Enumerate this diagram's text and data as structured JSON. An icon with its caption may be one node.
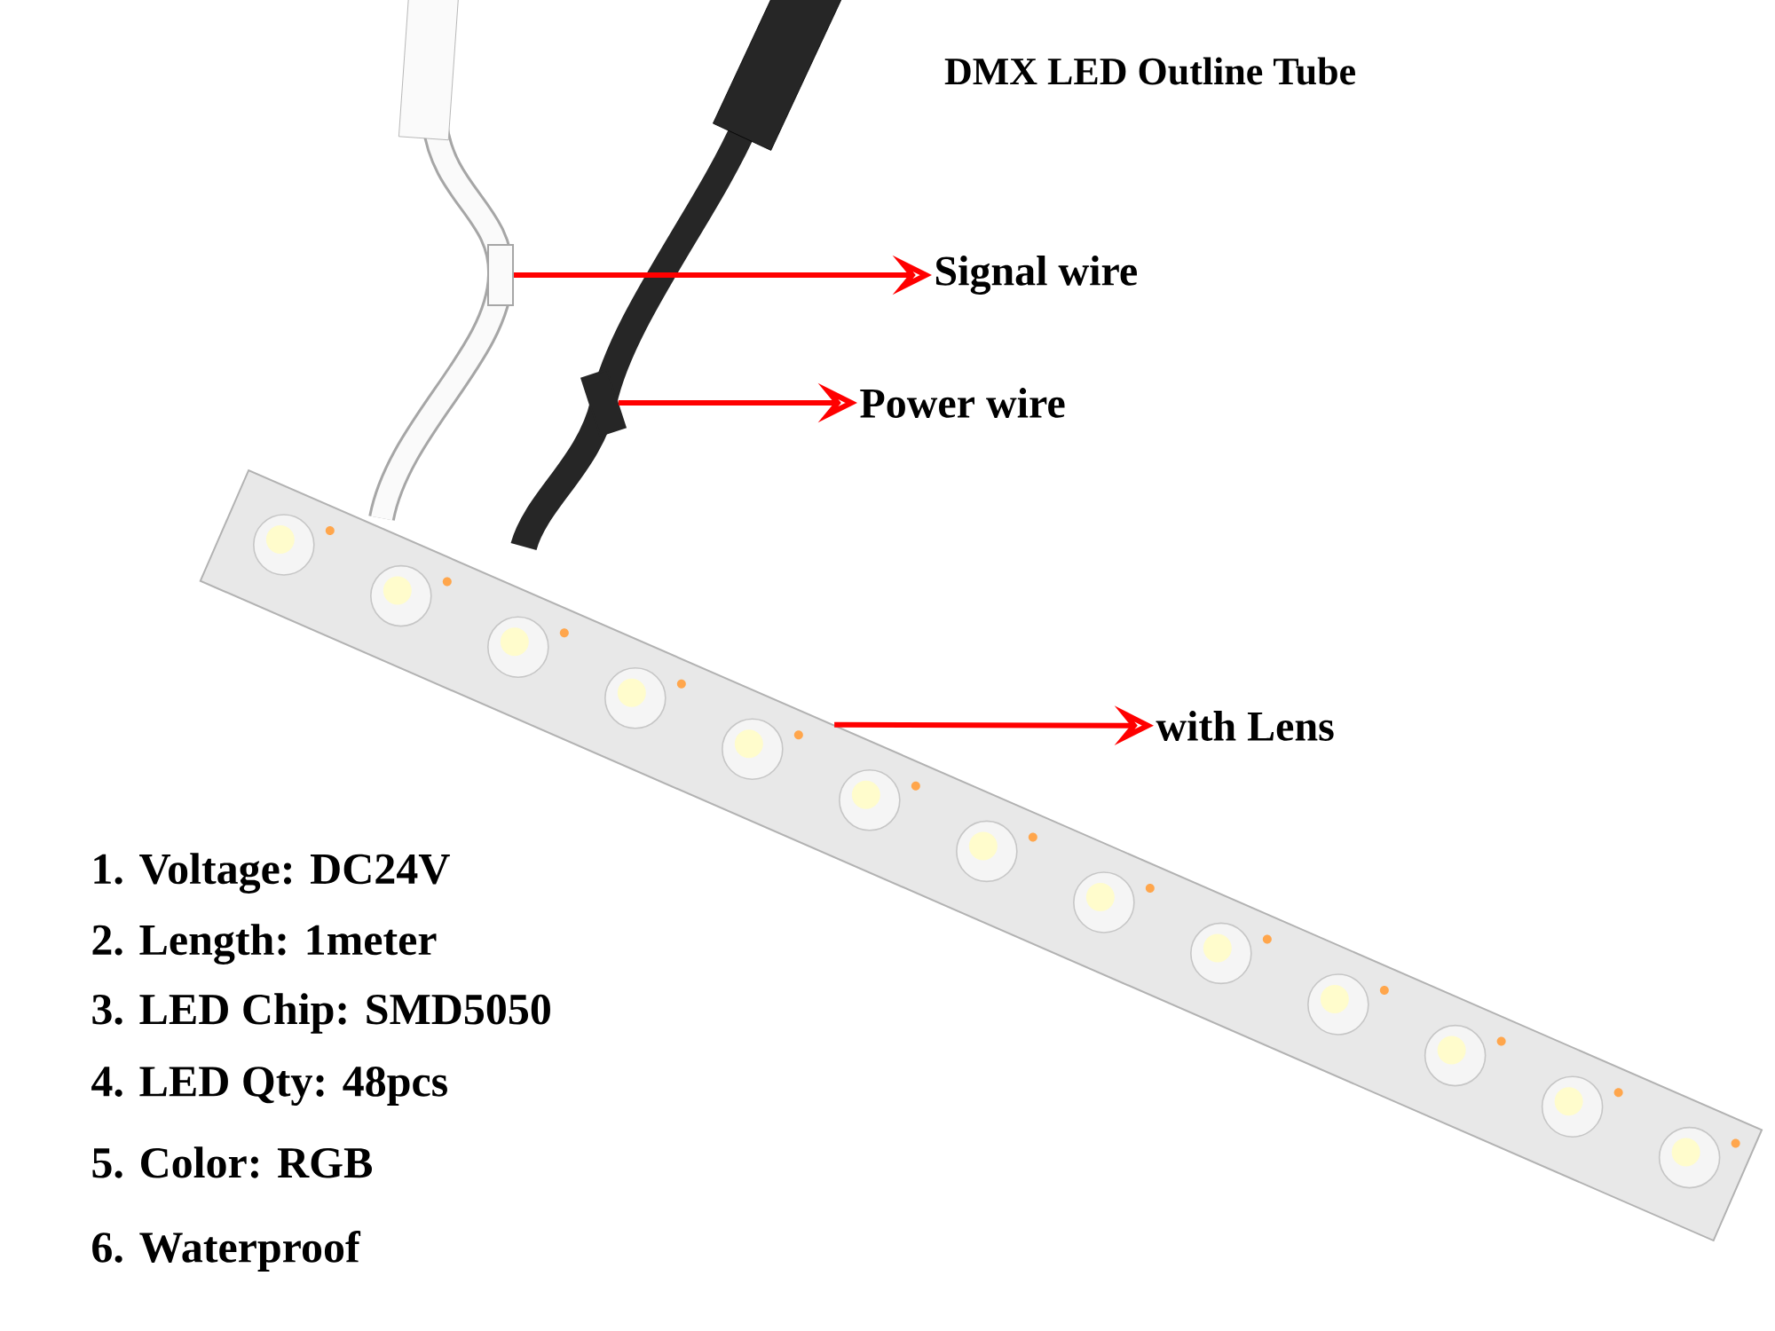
{
  "diagram": {
    "title": "DMX LED Outline Tube",
    "nodes": [
      {
        "text": [
          "Signal wire"
        ]
      },
      {
        "text": [
          "Power wire"
        ]
      },
      {
        "text": [
          "with Lens"
        ]
      },
      {
        "text": [],
        "shape": "bar"
      },
      {
        "text": [],
        "shape": "bar"
      },
      {
        "text": [],
        "shape": "picture"
      }
    ],
    "edges": [
      {
        "from": 3,
        "to": 0,
        "arrow": "to"
      },
      {
        "from": 4,
        "to": 1,
        "arrow": "to"
      },
      {
        "from": 5,
        "to": 2,
        "arrow": "to"
      }
    ],
    "labels": [
      "1. Voltage: DC24V",
      "2.  Length: 1meter",
      "3.  LED Chip: SMD5050",
      "4.  LED Qty: 48pcs",
      "5.  Color: RGB",
      "6.  Waterproof"
    ]
  }
}
